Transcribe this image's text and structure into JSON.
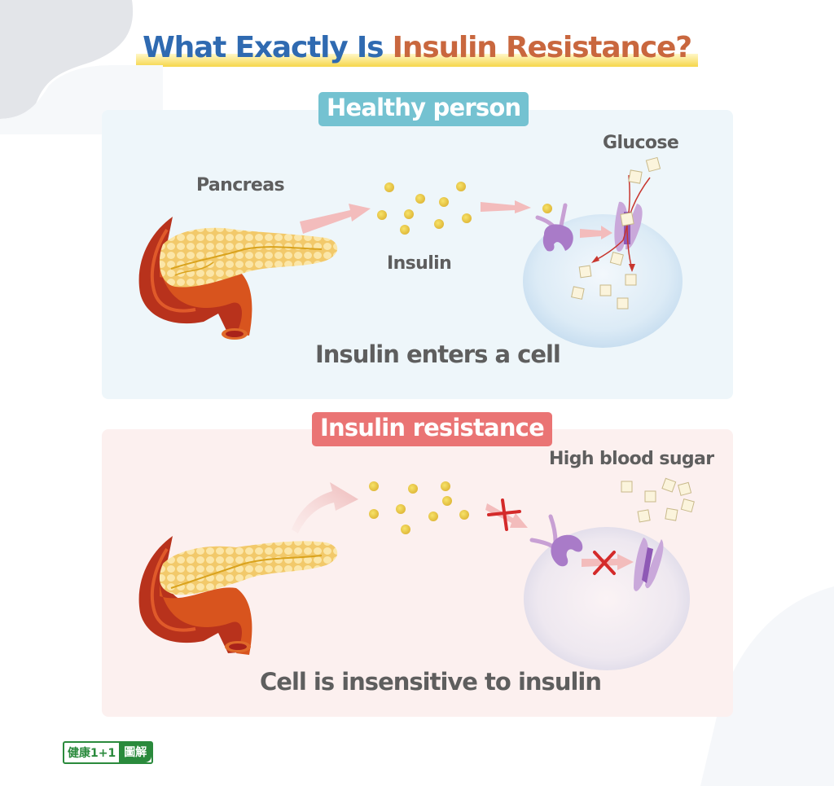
{
  "title": {
    "part1": "What Exactly Is",
    "part2": "Insulin Resistance?",
    "colors": {
      "part1": "#2f6ab1",
      "part2": "#c9673e",
      "underline": "#f6d64a"
    }
  },
  "healthy": {
    "badge": "Healthy person",
    "badge_color": "#74c2d1",
    "labels": {
      "pancreas": "Pancreas",
      "insulin": "Insulin",
      "glucose": "Glucose"
    },
    "caption": "Insulin enters a cell"
  },
  "resistance": {
    "badge": "Insulin resistance",
    "badge_color": "#ea7474",
    "labels": {
      "high_blood_sugar": "High blood sugar"
    },
    "caption_prefix": "Cell is insensitive to",
    "caption_highlight": "insulin"
  },
  "logo": {
    "left": "健康1+1",
    "right": "圖解"
  }
}
